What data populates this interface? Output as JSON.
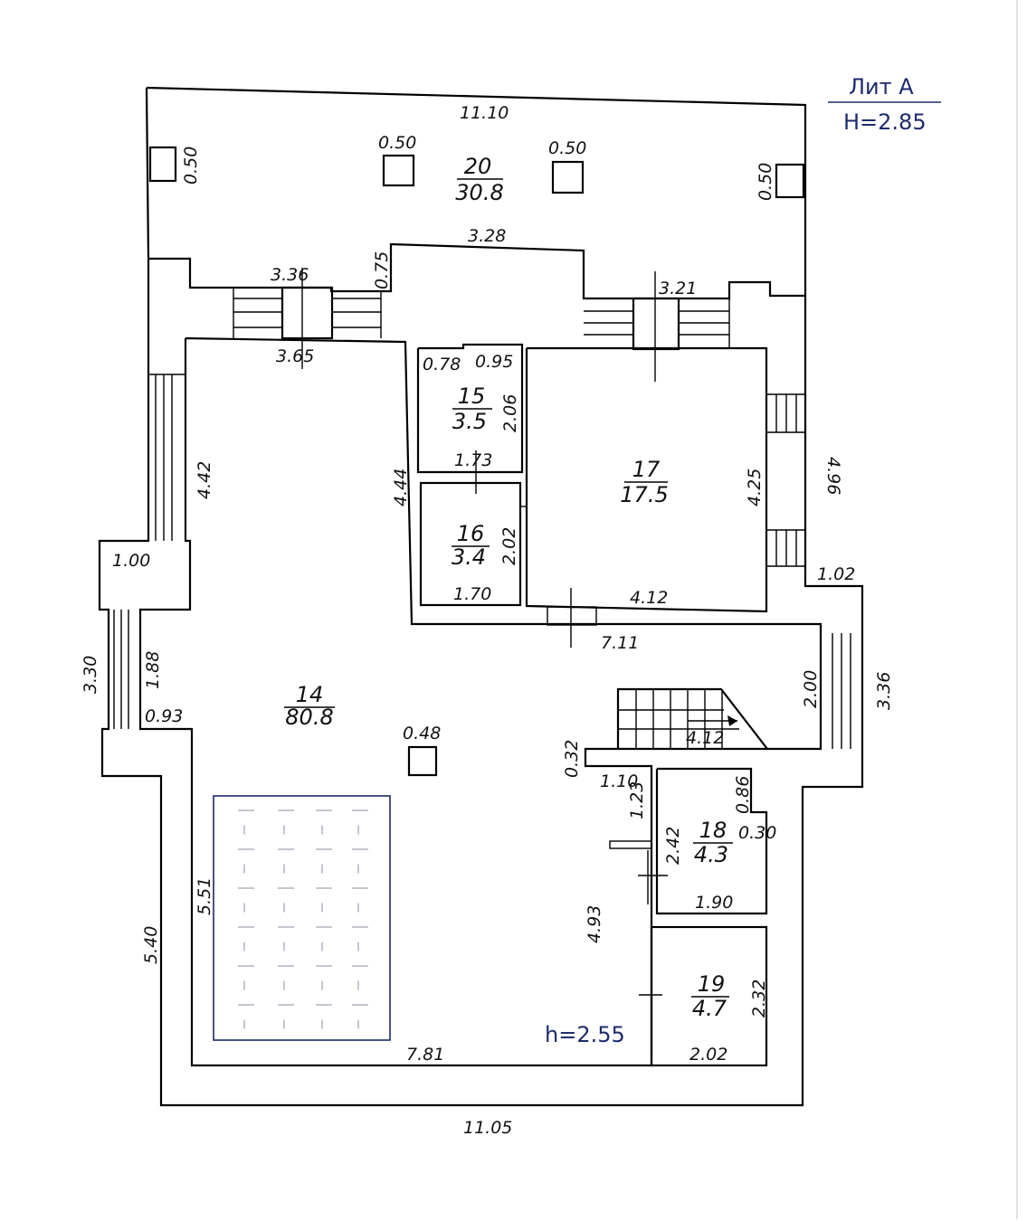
{
  "title": {
    "lit": "Лит А",
    "height": "H=2.85"
  },
  "ceiling_note": "h=2.55",
  "rooms": [
    {
      "number": "20",
      "area": "30.8"
    },
    {
      "number": "15",
      "area": "3.5"
    },
    {
      "number": "16",
      "area": "3.4"
    },
    {
      "number": "17",
      "area": "17.5"
    },
    {
      "number": "14",
      "area": "80.8"
    },
    {
      "number": "18",
      "area": "4.3"
    },
    {
      "number": "19",
      "area": "4.7"
    }
  ],
  "dims": {
    "top_width": "11.10",
    "col_left": "0.50",
    "col_mid_left": "0.50",
    "col_mid_right": "0.50",
    "col_right": "0.50",
    "top_mid": "3.28",
    "wall_075": "0.75",
    "left_opening": "3.36",
    "right_opening": "3.21",
    "left_room_top": "3.65",
    "r15_a": "0.78",
    "r15_b": "0.95",
    "r15_h": "2.06",
    "r15_w": "1.73",
    "r16_h": "2.02",
    "r16_w": "1.70",
    "r17_h": "4.25",
    "r17_w": "4.12",
    "right_outer": "4.96",
    "left_442": "4.42",
    "mid_444": "4.44",
    "left_100": "1.00",
    "right_102": "1.02",
    "mid_711": "7.11",
    "left_330": "3.30",
    "left_188": "1.88",
    "left_093": "0.93",
    "col_center": "0.48",
    "right_200": "2.00",
    "right_336": "3.36",
    "stair_412": "4.12",
    "stair_032": "0.32",
    "r18_110": "1.10",
    "r18_123": "1.23",
    "r18_086": "0.86",
    "r18_030": "0.30",
    "r18_h": "2.42",
    "r18_w": "1.90",
    "left_551": "5.51",
    "left_540": "5.40",
    "mid_493": "4.93",
    "r19_h": "2.32",
    "r19_w": "2.02",
    "bottom_781": "7.81",
    "bottom_total": "11.05"
  }
}
